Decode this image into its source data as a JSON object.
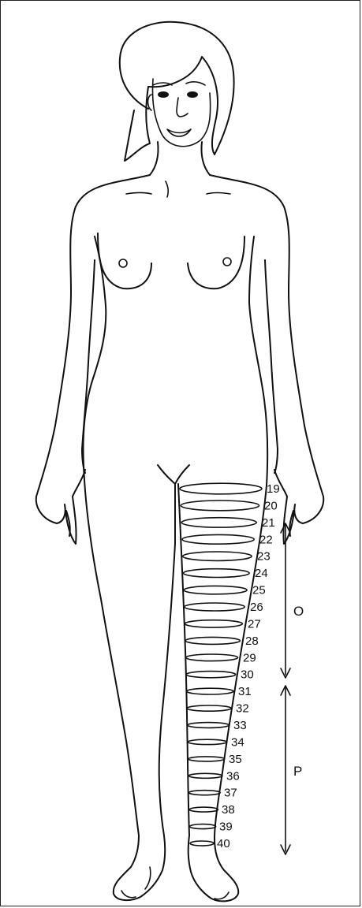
{
  "measurement_levels": [
    "19",
    "20",
    "21",
    "22",
    "23",
    "24",
    "25",
    "26",
    "27",
    "28",
    "29",
    "30",
    "31",
    "32",
    "33",
    "34",
    "35",
    "36",
    "37",
    "38",
    "39",
    "40"
  ],
  "segments": [
    {
      "label": "O"
    },
    {
      "label": "P"
    }
  ],
  "colors": {
    "line": "#111111",
    "background": "#ffffff",
    "frame": "#222222"
  }
}
